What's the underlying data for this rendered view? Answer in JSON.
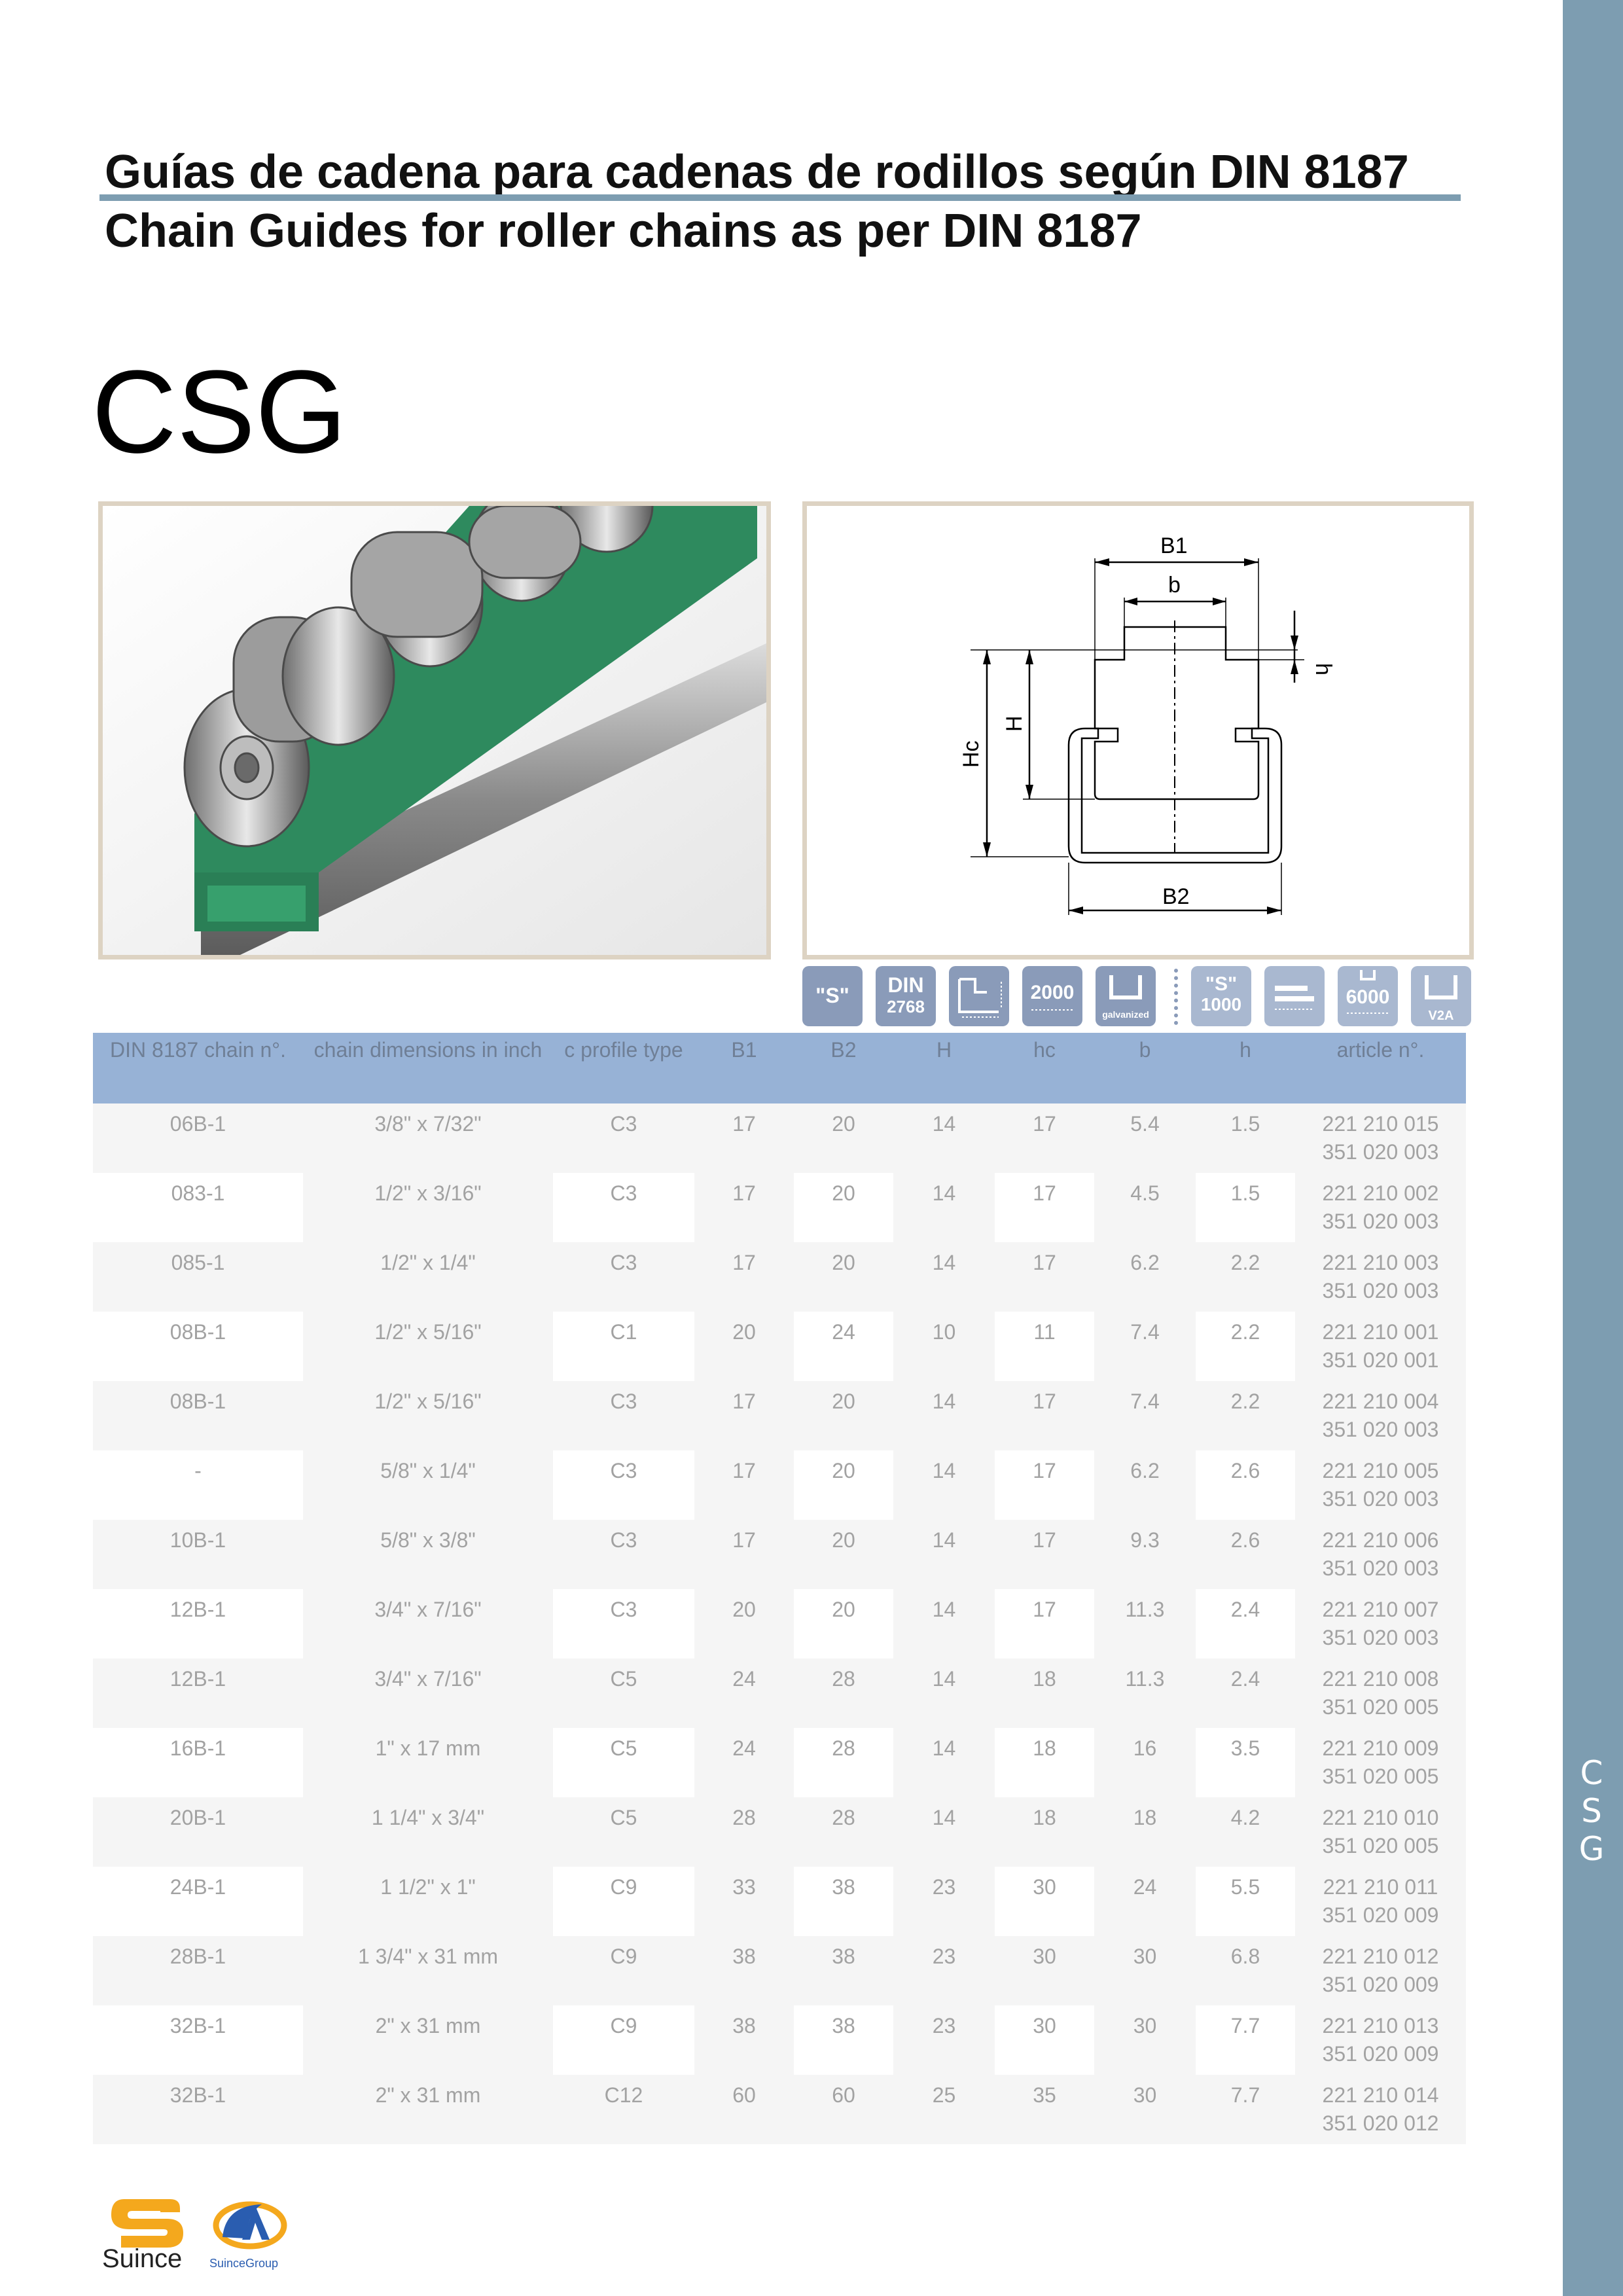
{
  "header": {
    "title_es": "Guías de cadena para cadenas de rodillos según DIN 8187",
    "title_en": "Chain Guides for roller chains as per DIN 8187",
    "product_code": "CSG"
  },
  "sidebar": {
    "label_letters": [
      "C",
      "S",
      "G"
    ]
  },
  "drawing": {
    "labels": {
      "B1": "B1",
      "b": "b",
      "h": "h",
      "Hc": "Hc",
      "H": "H",
      "B2": "B2"
    }
  },
  "icons": [
    {
      "name": "s-profile-icon",
      "top": "\"S\"",
      "bottom": "",
      "style": "dark"
    },
    {
      "name": "din-2768-icon",
      "top": "DIN",
      "bottom": "2768",
      "style": "dark"
    },
    {
      "name": "profile-shape-icon",
      "top": "",
      "bottom": "",
      "style": "dark"
    },
    {
      "name": "length-2000-icon",
      "top": "2000",
      "bottom": "",
      "style": "dark"
    },
    {
      "name": "galvanized-icon",
      "top": "",
      "bottom": "galvanized",
      "style": "dark"
    },
    {
      "name": "s-1000-icon",
      "top": "\"S\"",
      "bottom": "1000",
      "style": "light"
    },
    {
      "name": "flat-profile-icon",
      "top": "",
      "bottom": "",
      "style": "light"
    },
    {
      "name": "length-6000-icon",
      "top": "6000",
      "bottom": "",
      "style": "light"
    },
    {
      "name": "v2a-icon",
      "top": "",
      "bottom": "V2A",
      "style": "light"
    }
  ],
  "table": {
    "headers": [
      "DIN 8187 chain n°.",
      "chain dimensions in inch",
      "c profile type",
      "B1",
      "B2",
      "H",
      "hc",
      "b",
      "h",
      "article n°."
    ],
    "rows": [
      {
        "chain": "06B-1",
        "dims": "3/8\" x 7/32\"",
        "profile": "C3",
        "B1": "17",
        "B2": "20",
        "H": "14",
        "hc": "17",
        "b": "5.4",
        "h": "1.5",
        "art1": "221 210 015",
        "art2": "351 020 003"
      },
      {
        "chain": "083-1",
        "dims": "1/2\" x 3/16\"",
        "profile": "C3",
        "B1": "17",
        "B2": "20",
        "H": "14",
        "hc": "17",
        "b": "4.5",
        "h": "1.5",
        "art1": "221 210 002",
        "art2": "351 020 003"
      },
      {
        "chain": "085-1",
        "dims": "1/2\" x 1/4\"",
        "profile": "C3",
        "B1": "17",
        "B2": "20",
        "H": "14",
        "hc": "17",
        "b": "6.2",
        "h": "2.2",
        "art1": "221 210 003",
        "art2": "351 020 003"
      },
      {
        "chain": "08B-1",
        "dims": "1/2\" x 5/16\"",
        "profile": "C1",
        "B1": "20",
        "B2": "24",
        "H": "10",
        "hc": "11",
        "b": "7.4",
        "h": "2.2",
        "art1": "221 210 001",
        "art2": "351 020 001"
      },
      {
        "chain": "08B-1",
        "dims": "1/2\" x 5/16\"",
        "profile": "C3",
        "B1": "17",
        "B2": "20",
        "H": "14",
        "hc": "17",
        "b": "7.4",
        "h": "2.2",
        "art1": "221 210 004",
        "art2": "351 020 003"
      },
      {
        "chain": "-",
        "dims": "5/8\" x 1/4\"",
        "profile": "C3",
        "B1": "17",
        "B2": "20",
        "H": "14",
        "hc": "17",
        "b": "6.2",
        "h": "2.6",
        "art1": "221 210 005",
        "art2": "351 020 003"
      },
      {
        "chain": "10B-1",
        "dims": "5/8\" x 3/8\"",
        "profile": "C3",
        "B1": "17",
        "B2": "20",
        "H": "14",
        "hc": "17",
        "b": "9.3",
        "h": "2.6",
        "art1": "221 210 006",
        "art2": "351 020 003"
      },
      {
        "chain": "12B-1",
        "dims": "3/4\" x 7/16\"",
        "profile": "C3",
        "B1": "20",
        "B2": "20",
        "H": "14",
        "hc": "17",
        "b": "11.3",
        "h": "2.4",
        "art1": "221 210 007",
        "art2": "351 020 003"
      },
      {
        "chain": "12B-1",
        "dims": "3/4\" x 7/16\"",
        "profile": "C5",
        "B1": "24",
        "B2": "28",
        "H": "14",
        "hc": "18",
        "b": "11.3",
        "h": "2.4",
        "art1": "221 210 008",
        "art2": "351 020 005"
      },
      {
        "chain": "16B-1",
        "dims": "1\" x 17 mm",
        "profile": "C5",
        "B1": "24",
        "B2": "28",
        "H": "14",
        "hc": "18",
        "b": "16",
        "h": "3.5",
        "art1": "221 210 009",
        "art2": "351 020 005"
      },
      {
        "chain": "20B-1",
        "dims": "1 1/4\" x 3/4\"",
        "profile": "C5",
        "B1": "28",
        "B2": "28",
        "H": "14",
        "hc": "18",
        "b": "18",
        "h": "4.2",
        "art1": "221 210 010",
        "art2": "351 020 005"
      },
      {
        "chain": "24B-1",
        "dims": "1 1/2\" x 1\"",
        "profile": "C9",
        "B1": "33",
        "B2": "38",
        "H": "23",
        "hc": "30",
        "b": "24",
        "h": "5.5",
        "art1": "221 210 011",
        "art2": "351 020 009"
      },
      {
        "chain": "28B-1",
        "dims": "1 3/4\" x 31 mm",
        "profile": "C9",
        "B1": "38",
        "B2": "38",
        "H": "23",
        "hc": "30",
        "b": "30",
        "h": "6.8",
        "art1": "221 210 012",
        "art2": "351 020 009"
      },
      {
        "chain": "32B-1",
        "dims": "2\" x 31 mm",
        "profile": "C9",
        "B1": "38",
        "B2": "38",
        "H": "23",
        "hc": "30",
        "b": "30",
        "h": "7.7",
        "art1": "221 210 013",
        "art2": "351 020 009"
      },
      {
        "chain": "32B-1",
        "dims": "2\" x 31 mm",
        "profile": "C12",
        "B1": "60",
        "B2": "60",
        "H": "25",
        "hc": "35",
        "b": "30",
        "h": "7.7",
        "art1": "221 210 014",
        "art2": "351 020 012"
      }
    ]
  },
  "footer": {
    "logo_text": "Suince",
    "logo_group_text": "SuinceGroup"
  },
  "colors": {
    "sidebar": "#7d9db1",
    "header_fill": "#97b2d6",
    "frame_border": "#ddd3c3",
    "guide_green": "#2e8a5e",
    "logo_orange": "#f4a81d",
    "logo_blue": "#2a5db0"
  }
}
